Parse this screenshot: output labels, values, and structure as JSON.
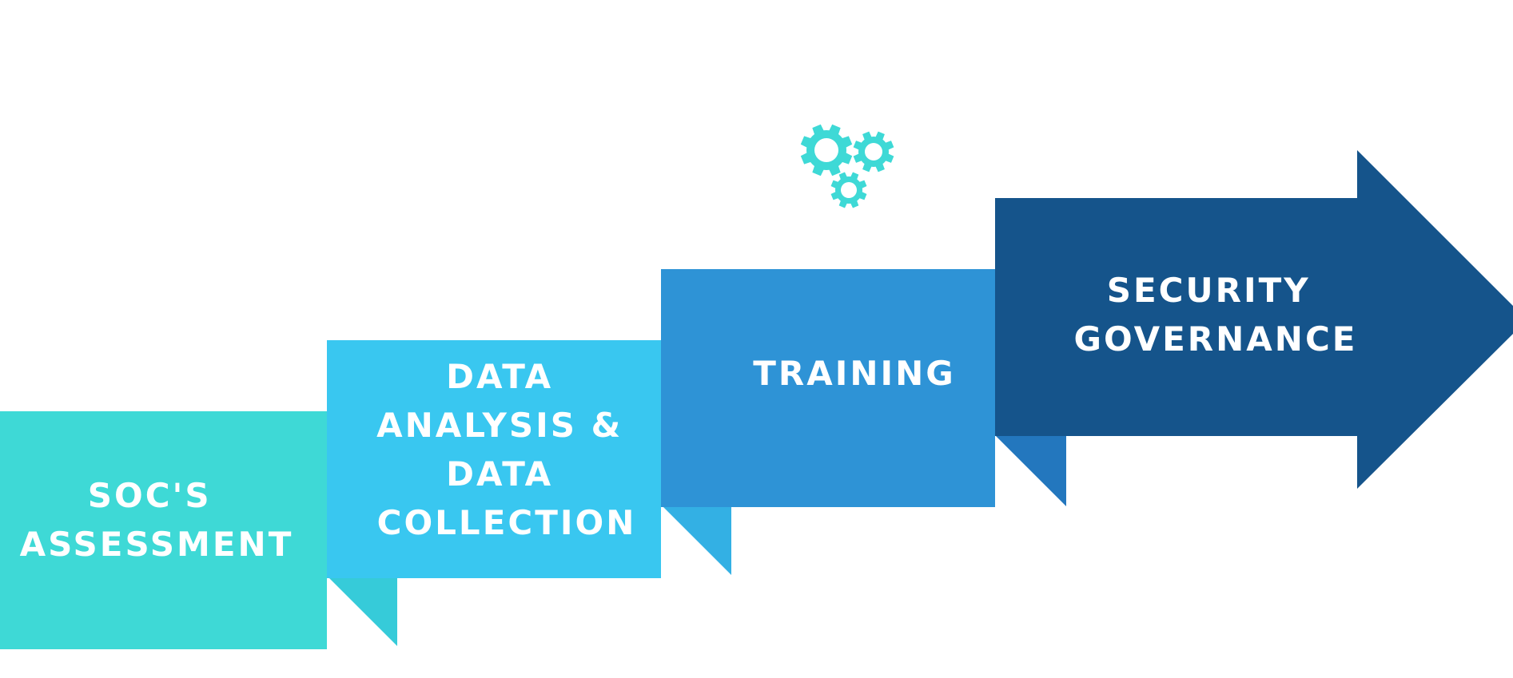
{
  "diagram": {
    "gears_icon": "gears-icon",
    "steps": [
      {
        "id": "socs-assessment",
        "lines": [
          "SOC'S",
          "ASSESSMENT"
        ],
        "color": "#3ED9D6",
        "fold_color": "#36CBD9"
      },
      {
        "id": "data-analysis",
        "lines": [
          "DATA",
          "ANALYSIS &",
          "DATA",
          "COLLECTION"
        ],
        "color": "#39C7F0",
        "fold_color": "#33B0E4"
      },
      {
        "id": "training",
        "lines": [
          "TRAINING"
        ],
        "color": "#2E93D6",
        "fold_color": "#2377BE"
      },
      {
        "id": "security-governance",
        "lines": [
          "SECURITY",
          "GOVERNANCE"
        ],
        "color": "#15548B"
      }
    ],
    "gear_color": "#3ED9D6"
  }
}
